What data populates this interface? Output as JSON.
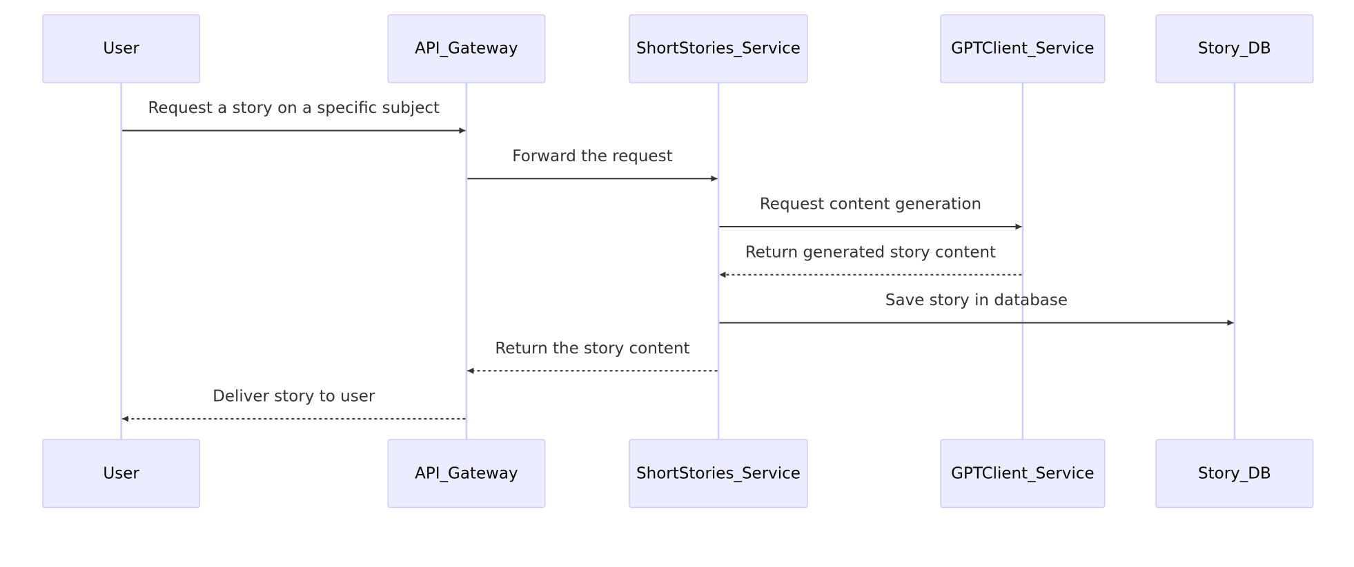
{
  "participants": [
    {
      "id": "user",
      "label": "User"
    },
    {
      "id": "api",
      "label": "API_Gateway"
    },
    {
      "id": "shortstories",
      "label": "ShortStories_Service"
    },
    {
      "id": "gpt",
      "label": "GPTClient_Service"
    },
    {
      "id": "db",
      "label": "Story_DB"
    }
  ],
  "messages": [
    {
      "from": "user",
      "to": "api",
      "label": "Request a story on a specific subject",
      "style": "solid"
    },
    {
      "from": "api",
      "to": "shortstories",
      "label": "Forward the request",
      "style": "solid"
    },
    {
      "from": "shortstories",
      "to": "gpt",
      "label": "Request content generation",
      "style": "solid"
    },
    {
      "from": "gpt",
      "to": "shortstories",
      "label": "Return generated story content",
      "style": "dashed"
    },
    {
      "from": "shortstories",
      "to": "db",
      "label": "Save story in database",
      "style": "solid"
    },
    {
      "from": "shortstories",
      "to": "api",
      "label": "Return the story content",
      "style": "dashed"
    },
    {
      "from": "api",
      "to": "user",
      "label": "Deliver story to user",
      "style": "dashed"
    }
  ],
  "colors": {
    "actor_fill": "#ECECFF",
    "actor_border": "#CCCCFF",
    "lifeline": "#CCCCFF",
    "arrow": "#333333",
    "text": "#333333"
  }
}
